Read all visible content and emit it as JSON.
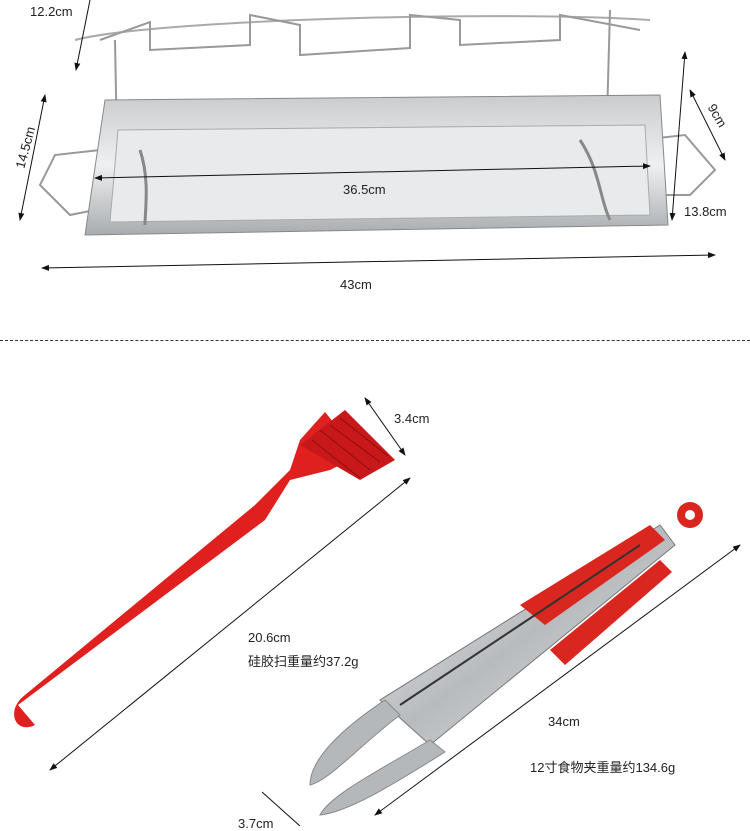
{
  "rack_section": {
    "labels": {
      "rack_height": "12.2cm",
      "total_height": "14.5cm",
      "inner_length": "36.5cm",
      "total_length": "43cm",
      "depth": "9cm",
      "width": "13.8cm"
    }
  },
  "brush_section": {
    "head_width": "3.4cm",
    "length": "20.6cm",
    "weight": "硅胶扫重量约37.2g",
    "color": "#e0201e"
  },
  "tongs_section": {
    "length": "34cm",
    "weight": "12寸食物夹重量约134.6g",
    "tip_width": "3.7cm",
    "grip_color": "#d9261f"
  }
}
